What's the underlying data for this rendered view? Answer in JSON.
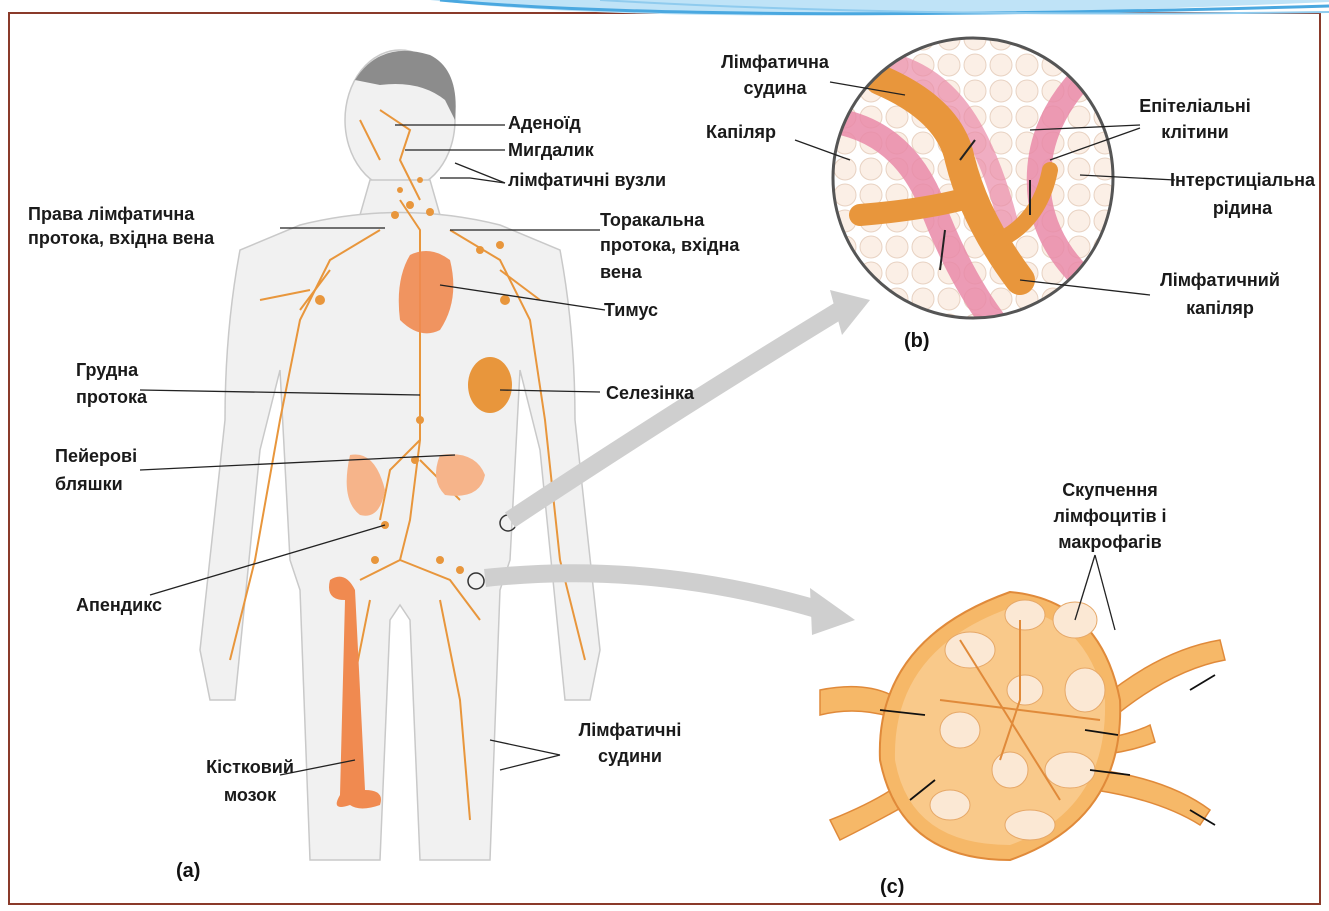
{
  "labels": {
    "adenoid": "Аденоїд",
    "tonsil": "Мигдалик",
    "lymph_nodes": "лімфатичні вузли",
    "right_duct_1": "Права лімфатична",
    "right_duct_2": "протока, вхідна вена",
    "thoracic_1": "Торакальна",
    "thoracic_2": "протока, вхідна",
    "thoracic_3": "вена",
    "thymus": "Тимус",
    "chest_duct_1": "Грудна",
    "chest_duct_2": "протока",
    "spleen": "Селезінка",
    "peyer_1": "Пейерові",
    "peyer_2": "бляшки",
    "appendix": "Апендикс",
    "lymph_vessels_1": "Лімфатичні",
    "lymph_vessels_2": "судини",
    "bone_marrow_1": "Кістковий",
    "bone_marrow_2": "мозок",
    "b_vessel_1": "Лімфатична",
    "b_vessel_2": "судина",
    "b_capillary": "Капіляр",
    "b_epithelial_1": "Епітеліальні",
    "b_epithelial_2": "клітини",
    "b_interstitial_1": "Інтерстиціальна",
    "b_interstitial_2": "рідина",
    "b_lymph_cap_1": "Лімфатичний",
    "b_lymph_cap_2": "капіляр",
    "c_cluster_1": "Скупчення",
    "c_cluster_2": "лімфоцитів і",
    "c_cluster_3": "макрофагів"
  },
  "panels": {
    "a": "(a)",
    "b": "(b)",
    "c": "(c)"
  },
  "colors": {
    "lymph": "#e8963c",
    "organ": "#f08a50",
    "skin": "#f1f1f1",
    "frame": "#8a3a2a",
    "pink": "#e98aa8",
    "header_blue": "#4aa8e0"
  }
}
